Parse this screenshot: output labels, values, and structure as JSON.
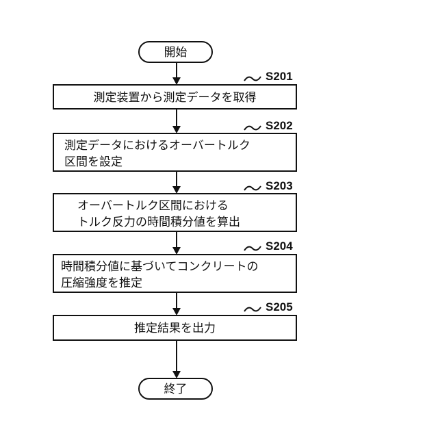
{
  "start": {
    "label": "開始"
  },
  "steps": [
    {
      "id": "S201",
      "lines": [
        "測定装置から測定データを取得"
      ]
    },
    {
      "id": "S202",
      "lines": [
        "測定データにおけるオーバートルク",
        "区間を設定"
      ]
    },
    {
      "id": "S203",
      "lines": [
        "オーバートルク区間における",
        "トルク反力の時間積分値を算出"
      ]
    },
    {
      "id": "S204",
      "lines": [
        "時間積分値に基づいてコンクリートの",
        "圧縮強度を推定"
      ]
    },
    {
      "id": "S205",
      "lines": [
        "推定結果を出力"
      ]
    }
  ],
  "end": {
    "label": "終了"
  }
}
